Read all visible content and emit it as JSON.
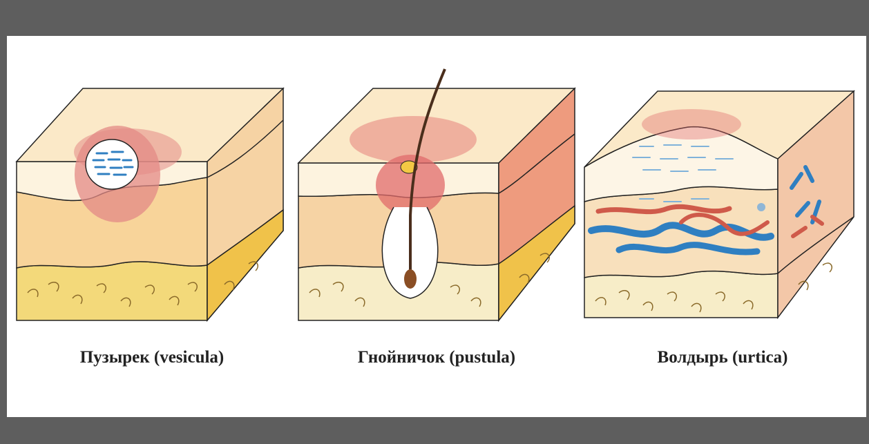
{
  "colors": {
    "frame": "#5e5e5e",
    "background": "#ffffff",
    "epidermis": "#fbe9c8",
    "dermis": "#f5c98d",
    "fat": "#f3d97a",
    "inflammation": "#e06b6b",
    "vein": "#2f7fc1",
    "artery": "#cf5a4a",
    "outline": "#222222"
  },
  "diagrams": [
    {
      "caption": "Пузырек (vesicula)"
    },
    {
      "caption": "Гнойничок (pustula)"
    },
    {
      "caption": "Волдырь (urtica)"
    }
  ]
}
